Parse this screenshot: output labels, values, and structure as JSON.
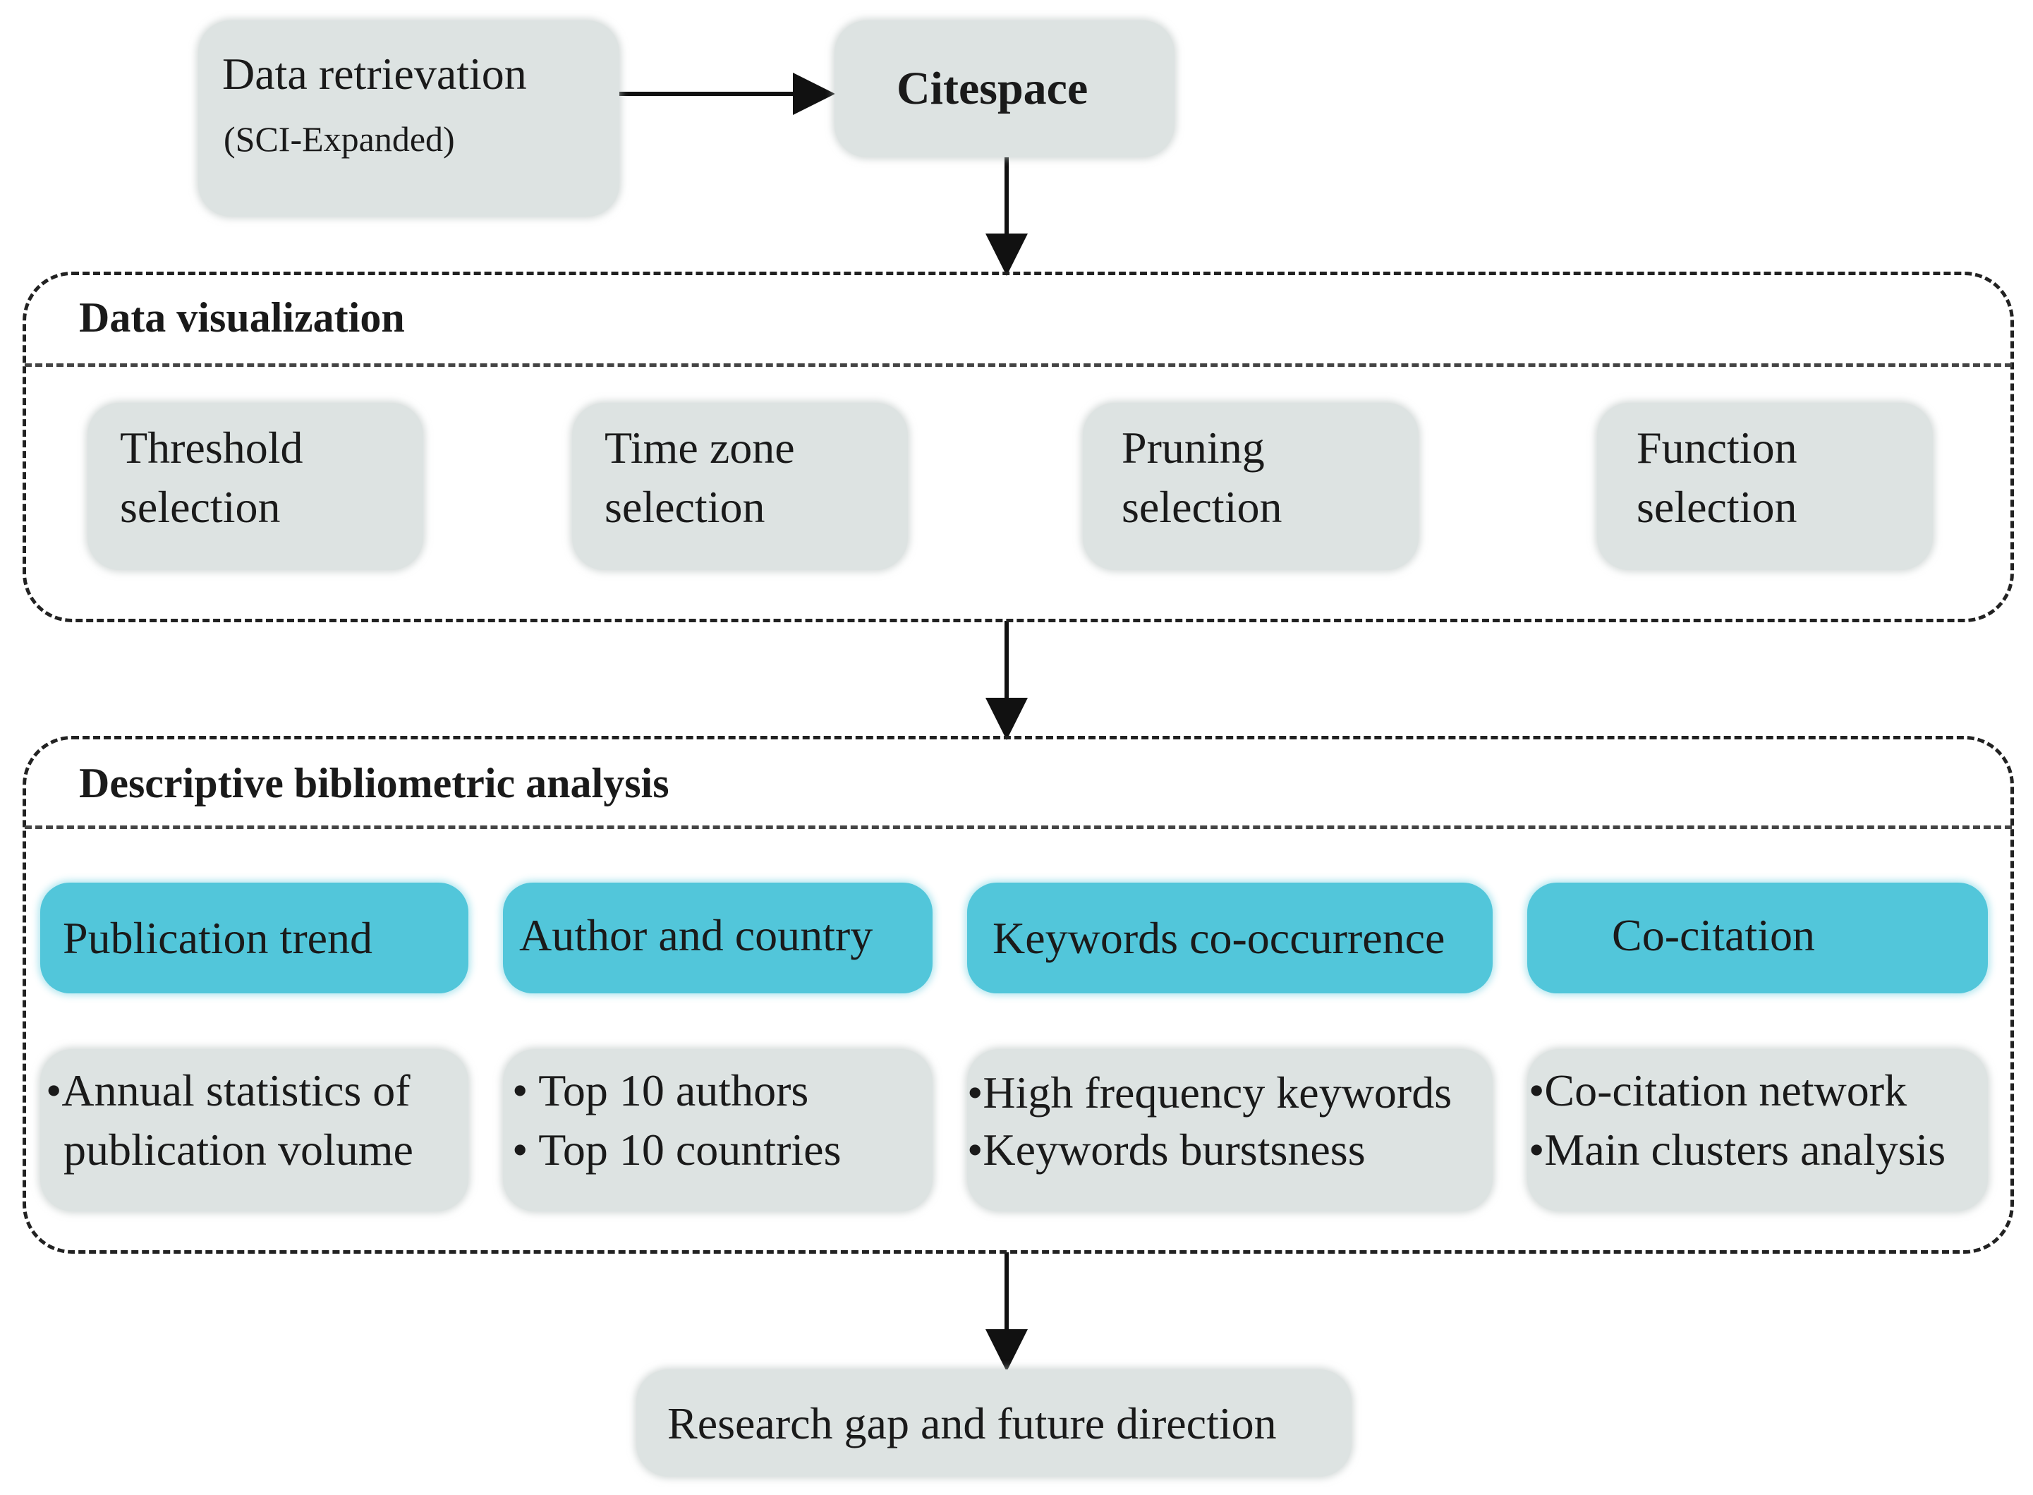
{
  "nodes": {
    "data_retrieval": {
      "line1": "Data retrievation",
      "line2": "(SCI-Expanded)"
    },
    "citespace": {
      "label": "Citespace"
    },
    "research_gap": {
      "label": "Research gap and future direction"
    }
  },
  "data_visualization": {
    "title": "Data visualization",
    "items": [
      {
        "line1": "Threshold",
        "line2": "selection"
      },
      {
        "line1": "Time zone",
        "line2": "selection"
      },
      {
        "line1": "Pruning",
        "line2": "selection"
      },
      {
        "line1": "Function",
        "line2": "selection"
      }
    ]
  },
  "descriptive_analysis": {
    "title": "Descriptive bibliometric analysis",
    "categories": [
      {
        "header": "Publication trend",
        "line1": "•Annual statistics of",
        "line2": "publication volume"
      },
      {
        "header": "Author and country",
        "line1": "• Top 10 authors",
        "line2": "• Top 10 countries"
      },
      {
        "header": "Keywords co-occurrence",
        "line1": "•High frequency keywords",
        "line2": "•Keywords burstsness"
      },
      {
        "header": "Co-citation",
        "line1": "•Co-citation  network",
        "line2": "•Main clusters analysis"
      }
    ]
  },
  "colors": {
    "box_gray": "#dde3e2",
    "box_blue": "#52c6da",
    "line": "#222222"
  }
}
